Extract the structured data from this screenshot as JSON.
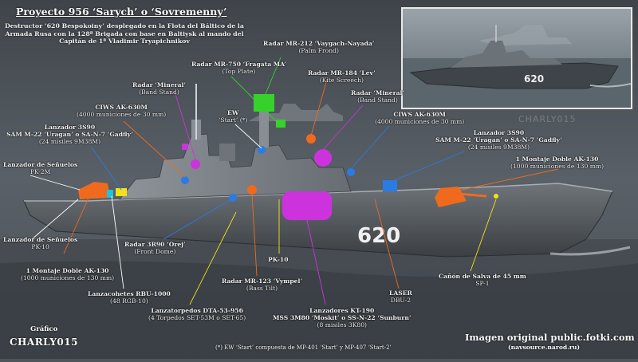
{
  "title": "Proyecto 956 ‘Sarych’ o ‘Sovremenny’",
  "intro": "Destructor ‘620 Bespokoiny’ desplegado en la Flota del Báltico de la Armada Rusa con la 128ª Brigada con base en Baltiysk al mando del Capitán de 1ª Vladimir Tryapichnikov",
  "hull_number": "620",
  "inset_hull_number": "620",
  "watermark": "CHARLY015",
  "labels": [
    {
      "id": "radar-mr212",
      "l1": "Radar MR-212 ‘Vaygach-Nayada’",
      "l2": "(Palm Frond)"
    },
    {
      "id": "radar-mr750",
      "l1": "Radar MR-750 ‘Fragata MA’",
      "l2": "(Top Plate)"
    },
    {
      "id": "radar-mr184",
      "l1": "Radar MR-184 ‘Lev’",
      "l2": "(Kite Screech)"
    },
    {
      "id": "radar-mineral-l",
      "l1": "Radar ‘Mineral’",
      "l2": "(Band Stand)"
    },
    {
      "id": "radar-mineral-r",
      "l1": "Radar ‘Mineral’",
      "l2": "(Band Stand)"
    },
    {
      "id": "ciws-l",
      "l1": "CIWS AK-630M",
      "l2": "(4000 municiones de 30 mm)"
    },
    {
      "id": "ciws-r",
      "l1": "CIWS AK-630M",
      "l2": "(4000 municiones de 30 mm)"
    },
    {
      "id": "ew",
      "l1": "EW",
      "l2": "‘Start’ (*)"
    },
    {
      "id": "sam-l",
      "l1": "Lanzador 3S90\nSAM M-22 ‘Uragan’ o SA-N-7 ‘Gadfly’",
      "l2": "(24 misiles 9M38M)"
    },
    {
      "id": "sam-r",
      "l1": "Lanzador 3S90\nSAM M-22 ‘Uragan’ o SA-N-7 ‘Gadfly’",
      "l2": "(24 misiles 9M38M)"
    },
    {
      "id": "pk2m",
      "l1": "Lanzador de Señuelos",
      "l2": "PK-2M"
    },
    {
      "id": "pk10-l",
      "l1": "Lanzador de Señuelos",
      "l2": "PK-10"
    },
    {
      "id": "ak130-f",
      "l1": "1 Montaje Doble AK-130",
      "l2": "(1000 municiones de 130 mm)"
    },
    {
      "id": "ak130-a",
      "l1": "1 Montaje Doble AK-130",
      "l2": "(1000 municiones de 130 mm)"
    },
    {
      "id": "orej",
      "l1": "Radar 3R90 ‘Orej’",
      "l2": "(Front Dome)"
    },
    {
      "id": "pk10-c",
      "l1": "PK-10",
      "l2": ""
    },
    {
      "id": "vympel",
      "l1": "Radar MR-123 ‘Vympel’",
      "l2": "(Bass Tilt)"
    },
    {
      "id": "rbu",
      "l1": "Lanzacohetes RBU-1000",
      "l2": "(48 RGB-10)"
    },
    {
      "id": "torp",
      "l1": "Lanzatorpedos DTA-53-956",
      "l2": "(4 Torpedos SET-53M o SET-65)"
    },
    {
      "id": "ssm",
      "l1": "Lanzadores KT-190\nMSS 3M80 ‘Moskit’ o SS-N-22 ‘Sunburn’",
      "l2": "(8 misiles 3K80)"
    },
    {
      "id": "laser",
      "l1": "LASER",
      "l2": "DBU-2"
    },
    {
      "id": "salvo",
      "l1": "Cañón de Salva de 45 mm",
      "l2": "SP-1"
    }
  ],
  "credit_label": "Gráfico",
  "credit_name": "CHARLY015",
  "source_main": "Imagen original public.fotki.com",
  "source_sub": "(navsource.narod.ru)",
  "footnote": "(*) EW ‘Start’ compuesta de MP-401 ‘Start’ y MP-407 ‘Start-2’",
  "colors": {
    "leader": "#ffffff",
    "orange": "#f06a1e",
    "yellow": "#f2e11a",
    "green": "#37d12c",
    "magenta": "#cc33dd",
    "blue": "#2a7be3",
    "cyan": "#1ec3e0",
    "purple": "#8a3fd8"
  }
}
